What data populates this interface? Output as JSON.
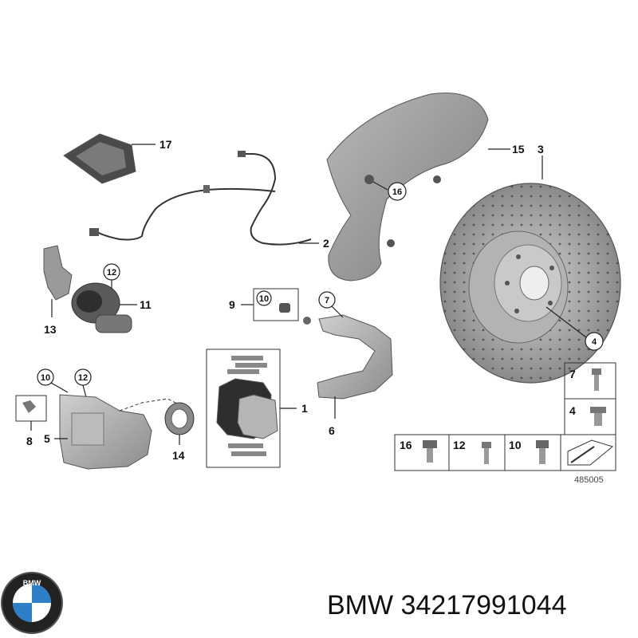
{
  "callouts": {
    "c1": "1",
    "c2": "2",
    "c3": "3",
    "c4": "4",
    "c5": "5",
    "c6": "6",
    "c7": "7",
    "c8": "8",
    "c9": "9",
    "c10": "10",
    "c11": "11",
    "c12": "12",
    "c13": "13",
    "c14": "14",
    "c15": "15",
    "c16": "16",
    "c17": "17"
  },
  "legend": {
    "item7": "7",
    "item4": "4",
    "item16": "16",
    "item12": "12",
    "item10": "10"
  },
  "diagram_number": "485005",
  "footer": {
    "brand": "BMW",
    "part_number": "34217991044",
    "text": "BMW 34217991044"
  },
  "colors": {
    "part_gray": "#9a9a9a",
    "part_dark": "#3a3a3a",
    "bmw_blue": "#2f7fc6"
  },
  "logo": {
    "icon": "bmw-roundel-icon",
    "lettering": "BMW"
  }
}
